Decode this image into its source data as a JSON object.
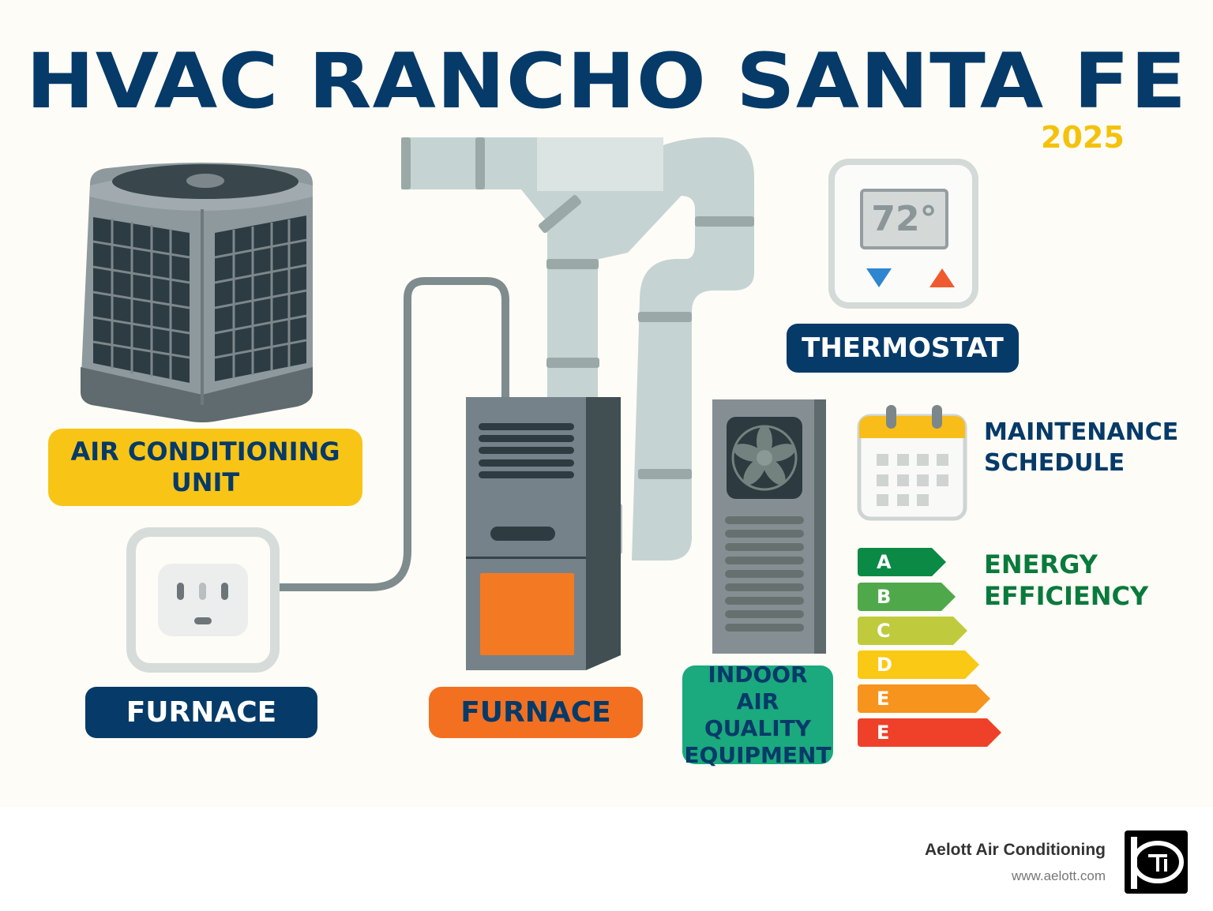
{
  "header": {
    "title": "HVAC RANCHO SANTA FE",
    "year": "2025"
  },
  "components": {
    "ac_unit": {
      "label_line1": "AIR CONDITIONING",
      "label_line2": "UNIT"
    },
    "outlet_furnace": {
      "label": "FURNACE"
    },
    "furnace": {
      "label": "FURNACE"
    },
    "indoor_air_quality": {
      "label_line1": "INDOOR",
      "label_line2": "AIR QUALITY",
      "label_line3": "EQUIPMENT"
    },
    "thermostat": {
      "label": "THERMOSTAT",
      "display_temp": "72°"
    },
    "maintenance": {
      "label_line1": "MAINTENANCE",
      "label_line2": "SCHEDULE"
    },
    "energy_efficiency": {
      "label_line1": "ENERGY",
      "label_line2": "EFFICIENCY",
      "ratings": [
        {
          "letter": "A",
          "color": "#0a8a45",
          "width": 112
        },
        {
          "letter": "B",
          "color": "#4fa94a",
          "width": 124
        },
        {
          "letter": "C",
          "color": "#bfcb3c",
          "width": 139
        },
        {
          "letter": "D",
          "color": "#f9c916",
          "width": 154
        },
        {
          "letter": "E",
          "color": "#f7941d",
          "width": 168
        },
        {
          "letter": "E",
          "color": "#ef4129",
          "width": 182
        }
      ]
    }
  },
  "footer": {
    "company": "Aelott Air Conditioning",
    "url": "www.aelott.com"
  },
  "colors": {
    "navy": "#063a68",
    "yellow": "#f8c516",
    "orange": "#f37021",
    "teal": "#1ba97e",
    "green": "#0a7a3c",
    "background": "#fdfcf6"
  }
}
